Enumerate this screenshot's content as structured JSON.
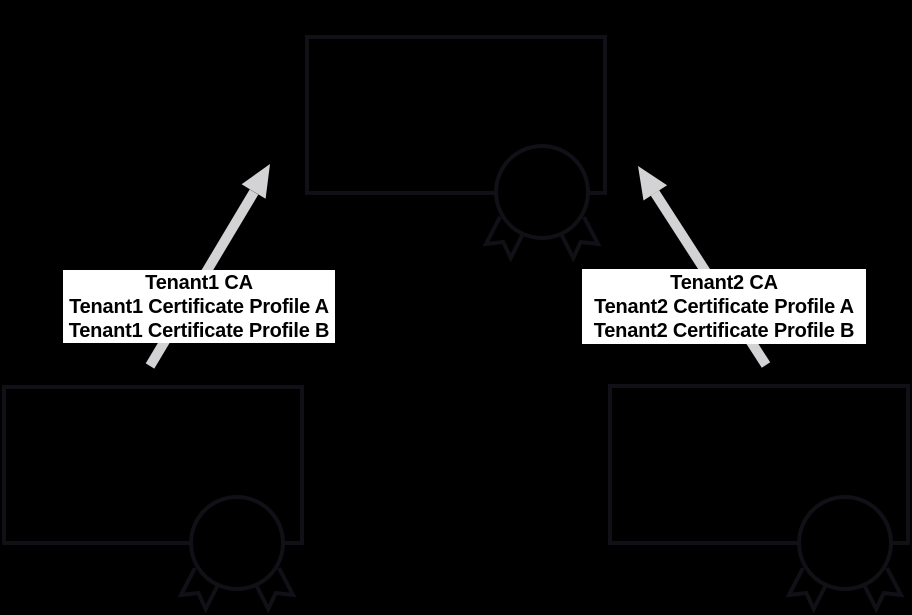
{
  "labels": {
    "tenant1": {
      "line1": "Tenant1 CA",
      "line2": "Tenant1 Certificate Profile A",
      "line3": "Tenant1 Certificate Profile B"
    },
    "tenant2": {
      "line1": "Tenant2 CA",
      "line2": "Tenant2 Certificate Profile A",
      "line3": "Tenant2 Certificate Profile B"
    }
  },
  "icons": {
    "root_ca": "certificate-seal-icon",
    "tenant1_ca": "certificate-seal-icon",
    "tenant2_ca": "certificate-seal-icon"
  },
  "colors": {
    "background": "#000000",
    "outline": "#101016",
    "arrow": "#d3d3d5",
    "label_background": "#ffffff",
    "label_text": "#000000"
  }
}
